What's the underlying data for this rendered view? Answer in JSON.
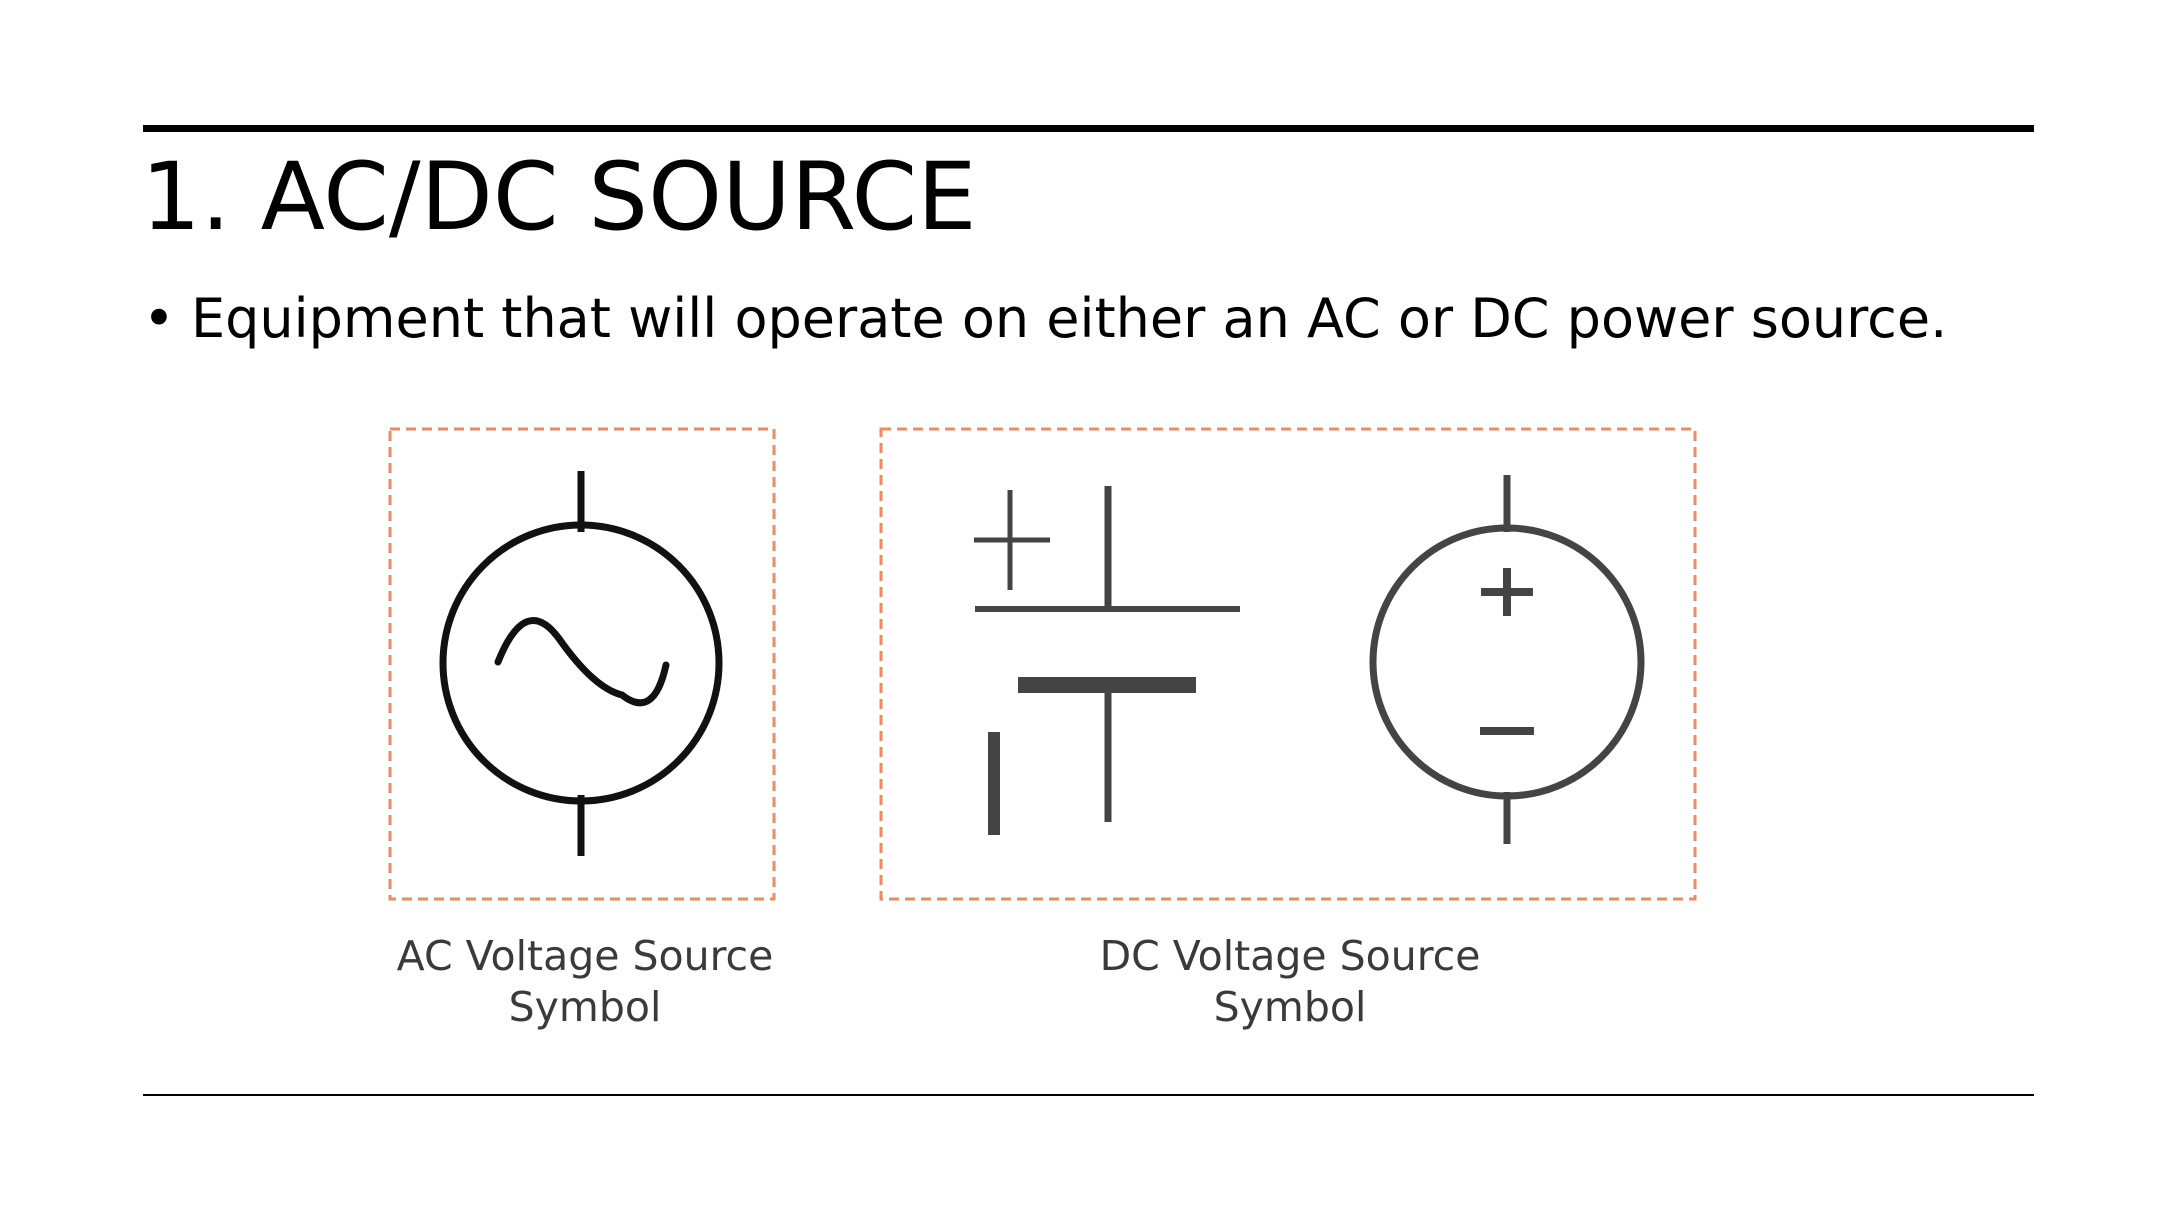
{
  "slide": {
    "title": "1. AC/DC SOURCE",
    "bullet_glyph": "•",
    "bullet_text": "Equipment that will operate on either an AC or DC power source."
  },
  "figures": {
    "ac": {
      "caption_line1": "AC Voltage Source",
      "caption_line2": "Symbol",
      "icon": "ac-voltage-source-icon"
    },
    "dc": {
      "caption_line1": "DC Voltage Source",
      "caption_line2": "Symbol",
      "icon_battery": "dc-battery-icon",
      "icon_source": "dc-voltage-source-icon"
    }
  },
  "colors": {
    "frame_dash": "#f08a60",
    "symbol_stroke": "#111111",
    "dc_symbol_stroke": "#444444",
    "caption": "#3a3a3a",
    "rule": "#000000"
  }
}
